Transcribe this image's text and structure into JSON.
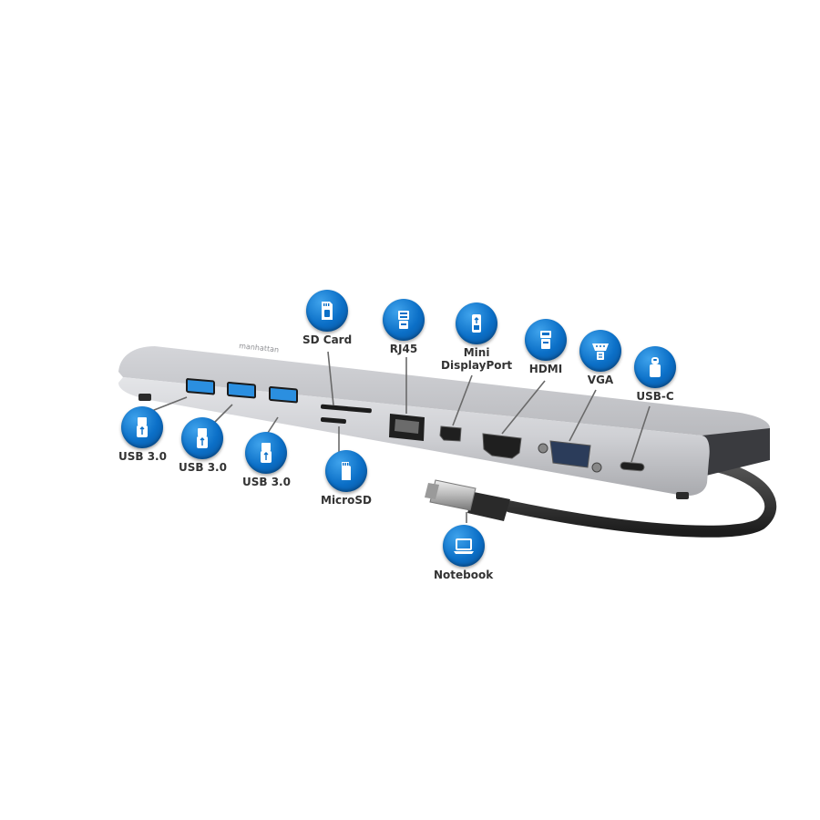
{
  "labels": {
    "usb1": "USB 3.0",
    "usb2": "USB 3.0",
    "usb3": "USB 3.0",
    "microsd": "MicroSD",
    "sdcard": "SD Card",
    "rj45": "RJ45",
    "minidp_line1": "Mini",
    "minidp_line2": "DisplayPort",
    "hdmi": "HDMI",
    "vga": "VGA",
    "usbc": "USB-C",
    "notebook": "Notebook"
  },
  "icons": {
    "usb": "usb-plug-icon",
    "microsd": "microsd-card-icon",
    "sdcard": "sd-card-icon",
    "rj45": "ethernet-plug-icon",
    "minidp": "minidisplayport-plug-icon",
    "hdmi": "hdmi-plug-icon",
    "vga": "vga-plug-icon",
    "usbc": "usb-c-plug-icon",
    "notebook": "laptop-icon"
  },
  "colors": {
    "badge_blue": "#0b6fc7",
    "dock_silver": "#c8c9cd",
    "dock_dark": "#3a3b3f",
    "port_blue": "#2b8fe0"
  }
}
